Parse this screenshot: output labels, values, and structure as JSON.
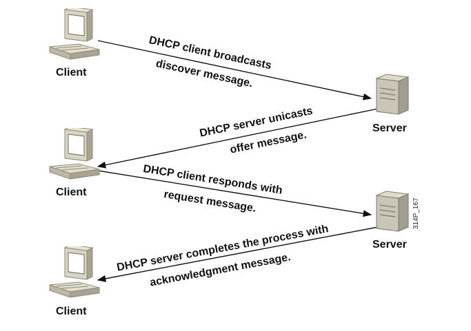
{
  "nodes": {
    "client1": "Client",
    "client2": "Client",
    "client3": "Client",
    "server1": "Server",
    "server2": "Server"
  },
  "messages": {
    "discover": {
      "line1": "DHCP client broadcasts",
      "line2": "discover message."
    },
    "offer": {
      "line1": "DHCP server unicasts",
      "line2": "offer message."
    },
    "request": {
      "line1": "DHCP client responds with",
      "line2": "request message."
    },
    "ack": {
      "line1": "DHCP server completes the process with",
      "line2": "acknowledgment message."
    }
  },
  "figure_code": "314P_167",
  "icons": {
    "client": "desktop-computer-icon",
    "server": "tower-server-icon"
  },
  "colors": {
    "line": "#111111",
    "computer_body": "#d9d5c4",
    "computer_shadow": "#a8a392",
    "screen": "#ffffff",
    "server_body": "#c9c6b8"
  }
}
